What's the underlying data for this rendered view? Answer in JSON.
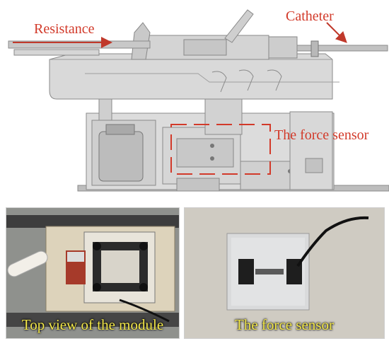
{
  "labels": {
    "resistance": "Resistance",
    "catheter": "Catheter",
    "force_sensor": "The force sensor"
  },
  "captions": {
    "module_top_view": "Top view of the module",
    "force_sensor_photo": "The force sensor"
  },
  "colors": {
    "annotation_red": "#d23a2a",
    "caption_yellow": "#f3e84a"
  }
}
